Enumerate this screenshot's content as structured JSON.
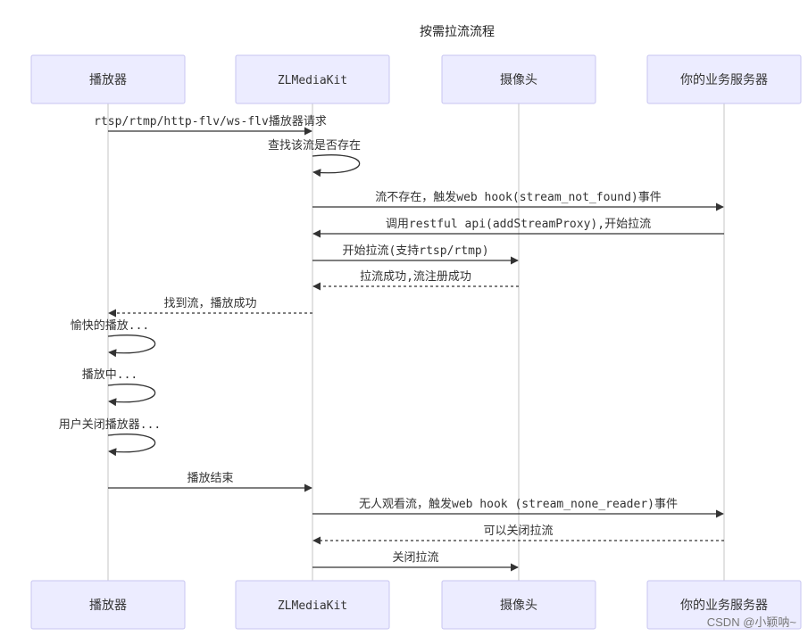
{
  "title": "按需拉流流程",
  "participants": [
    {
      "id": "player",
      "label": "播放器"
    },
    {
      "id": "zlm",
      "label": "ZLMediaKit"
    },
    {
      "id": "camera",
      "label": "摄像头"
    },
    {
      "id": "server",
      "label": "你的业务服务器"
    }
  ],
  "messages": [
    {
      "from": "player",
      "to": "zlm",
      "style": "solid",
      "text": "rtsp/rtmp/http-flv/ws-flv播放器请求"
    },
    {
      "from": "zlm",
      "to": "zlm",
      "style": "solid",
      "text": "查找该流是否存在"
    },
    {
      "from": "zlm",
      "to": "server",
      "style": "solid",
      "text": "流不存在，触发web hook(stream_not_found)事件"
    },
    {
      "from": "server",
      "to": "zlm",
      "style": "solid",
      "text": "调用restful api(addStreamProxy),开始拉流"
    },
    {
      "from": "zlm",
      "to": "camera",
      "style": "solid",
      "text": "开始拉流(支持rtsp/rtmp)"
    },
    {
      "from": "camera",
      "to": "zlm",
      "style": "dashed",
      "text": "拉流成功,流注册成功"
    },
    {
      "from": "zlm",
      "to": "player",
      "style": "dashed",
      "text": "找到流，播放成功"
    },
    {
      "from": "player",
      "to": "player",
      "style": "solid",
      "text": "愉快的播放..."
    },
    {
      "from": "player",
      "to": "player",
      "style": "solid",
      "text": "播放中..."
    },
    {
      "from": "player",
      "to": "player",
      "style": "solid",
      "text": "用户关闭播放器..."
    },
    {
      "from": "player",
      "to": "zlm",
      "style": "solid",
      "text": "播放结束"
    },
    {
      "from": "zlm",
      "to": "server",
      "style": "solid",
      "text": "无人观看流，触发web hook (stream_none_reader)事件"
    },
    {
      "from": "server",
      "to": "zlm",
      "style": "dashed",
      "text": "可以关闭拉流"
    },
    {
      "from": "zlm",
      "to": "camera",
      "style": "solid",
      "text": "关闭拉流"
    }
  ],
  "watermark": "CSDN @小颖呐~"
}
